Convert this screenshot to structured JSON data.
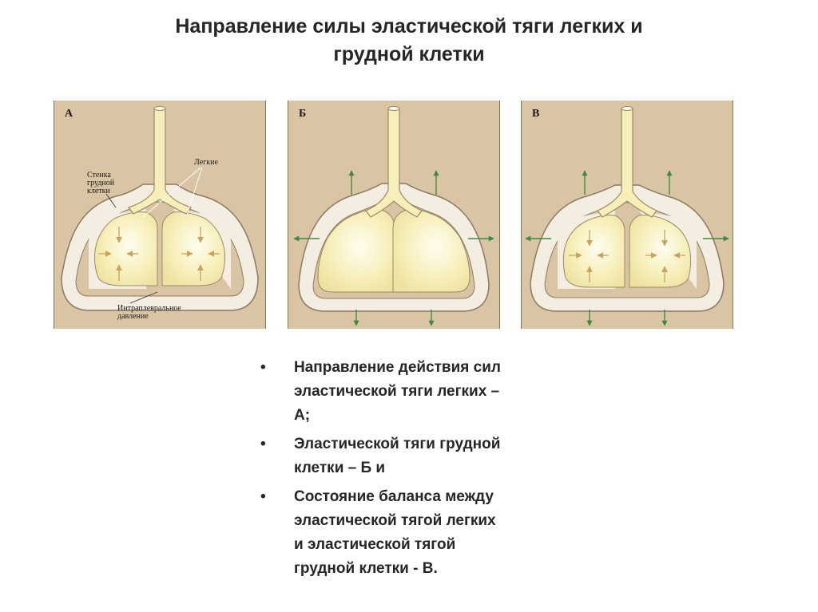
{
  "slide": {
    "title_line1": "Направление силы эластической тяги легких и",
    "title_line2": "грудной клетки"
  },
  "diagram": {
    "panels": [
      {
        "letter": "А",
        "arrows": "inward"
      },
      {
        "letter": "Б",
        "arrows": "outward"
      },
      {
        "letter": "В",
        "arrows": "both"
      }
    ],
    "labels": {
      "chest_wall_line1": "Стенка",
      "chest_wall_line2": "грудной",
      "chest_wall_line3": "клетки",
      "lungs": "Легкие",
      "pressure_line1": "Интраплевральное",
      "pressure_line2": "давление"
    },
    "colors": {
      "background": "#d9c5a3",
      "lung": "#f7efba",
      "chest_wall": "#f3ede2",
      "arrow": "#3f8a3a"
    }
  },
  "bullets": {
    "marker": "•",
    "item1_line1": "Направление действия сил",
    "item1_line2": "эластической тяги легких –",
    "item1_line3": "А;",
    "item2_line1": "Эластической тяги грудной",
    "item2_line2": "клетки – Б и",
    "item3_line1": "Состояние баланса  между",
    "item3_line2": "эластической тягой легких",
    "item3_line3": "и эластической тягой",
    "item3_line4": "грудной клетки - В."
  }
}
